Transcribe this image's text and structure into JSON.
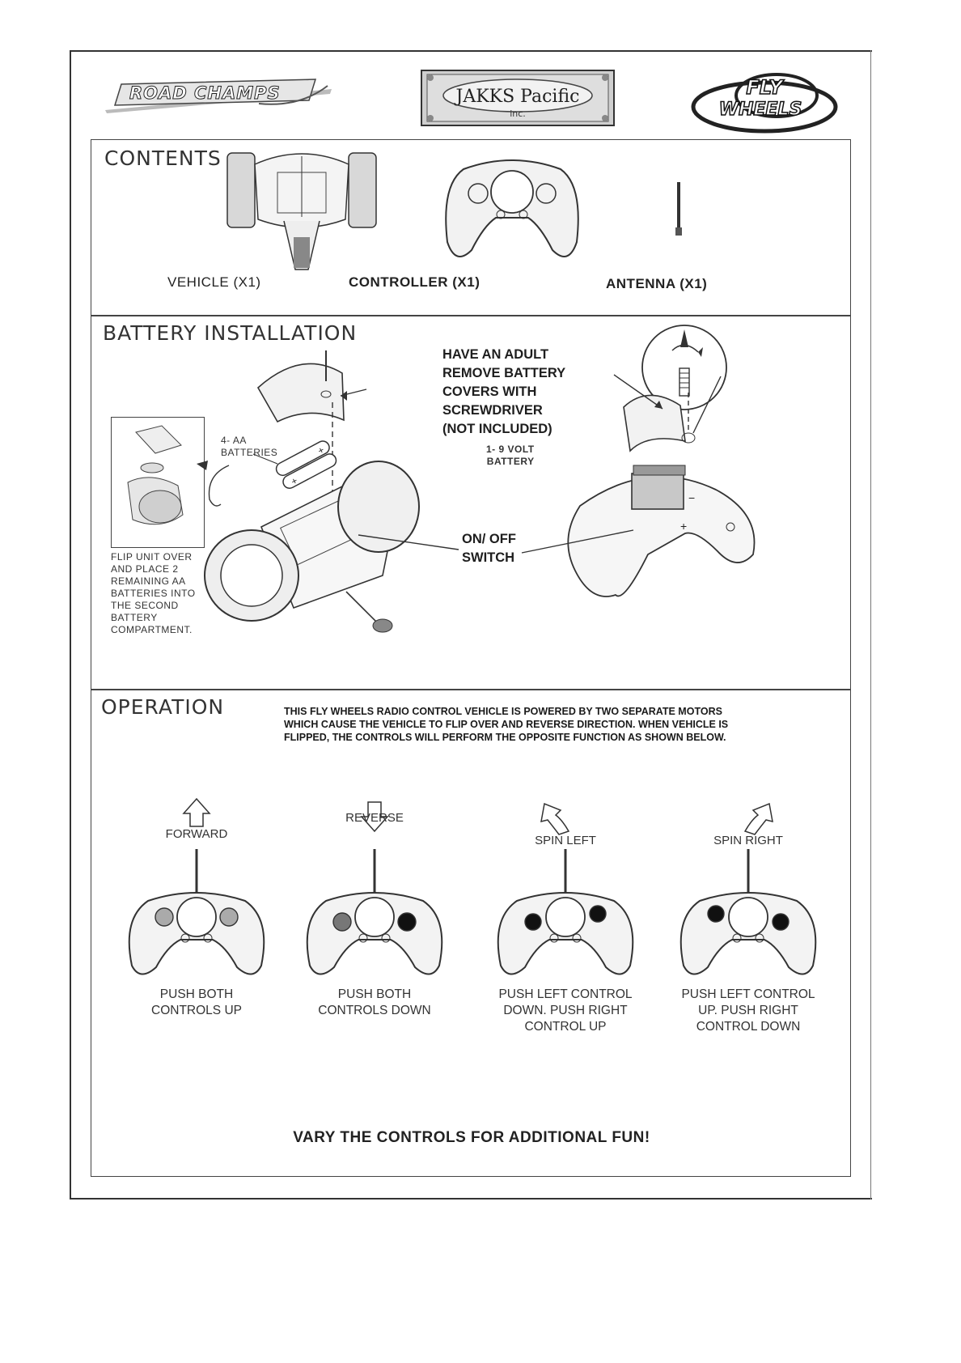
{
  "logos": {
    "left": "ROAD CHAMPS",
    "center": "JAKKS Pacific",
    "center_sub": "inc.",
    "right_top": "FLY",
    "right_bottom": "WHEELS"
  },
  "contents": {
    "title": "CONTENTS",
    "items": [
      {
        "label": "VEHICLE (X1)"
      },
      {
        "label": "CONTROLLER (X1)"
      },
      {
        "label": "ANTENNA (X1)"
      }
    ]
  },
  "battery": {
    "title": "BATTERY  INSTALLATION",
    "adult_note": [
      "HAVE AN ADULT",
      "REMOVE BATTERY",
      "COVERS WITH",
      "SCREWDRIVER",
      "(NOT INCLUDED)"
    ],
    "aa_label": [
      "4- AA",
      "BATTERIES"
    ],
    "volt_label": [
      "1- 9 VOLT",
      "BATTERY"
    ],
    "switch_label": [
      "ON/ OFF",
      "SWITCH"
    ],
    "flip_note": [
      "FLIP UNIT OVER",
      "AND PLACE 2",
      "REMAINING AA",
      "BATTERIES INTO",
      "THE SECOND",
      "BATTERY",
      "COMPARTMENT."
    ]
  },
  "operation": {
    "title": "OPERATION",
    "description": [
      "THIS FLY WHEELS RADIO CONTROL VEHICLE IS POWERED BY TWO SEPARATE MOTORS",
      "WHICH CAUSE THE VEHICLE TO FLIP OVER AND REVERSE DIRECTION.  WHEN VEHICLE IS",
      "FLIPPED, THE CONTROLS WILL PERFORM THE OPPOSITE FUNCTION AS SHOWN BELOW."
    ],
    "moves": [
      {
        "direction": "FORWARD",
        "caption": [
          "PUSH BOTH",
          "CONTROLS UP"
        ]
      },
      {
        "direction": "REVERSE",
        "caption": [
          "PUSH BOTH",
          "CONTROLS DOWN"
        ]
      },
      {
        "direction": "SPIN LEFT",
        "caption": [
          "PUSH LEFT CONTROL",
          "DOWN. PUSH RIGHT",
          "CONTROL UP"
        ]
      },
      {
        "direction": "SPIN RIGHT",
        "caption": [
          "PUSH LEFT CONTROL",
          "UP. PUSH RIGHT",
          "CONTROL DOWN"
        ]
      }
    ],
    "footer": "VARY THE CONTROLS FOR  ADDITIONAL FUN!"
  }
}
